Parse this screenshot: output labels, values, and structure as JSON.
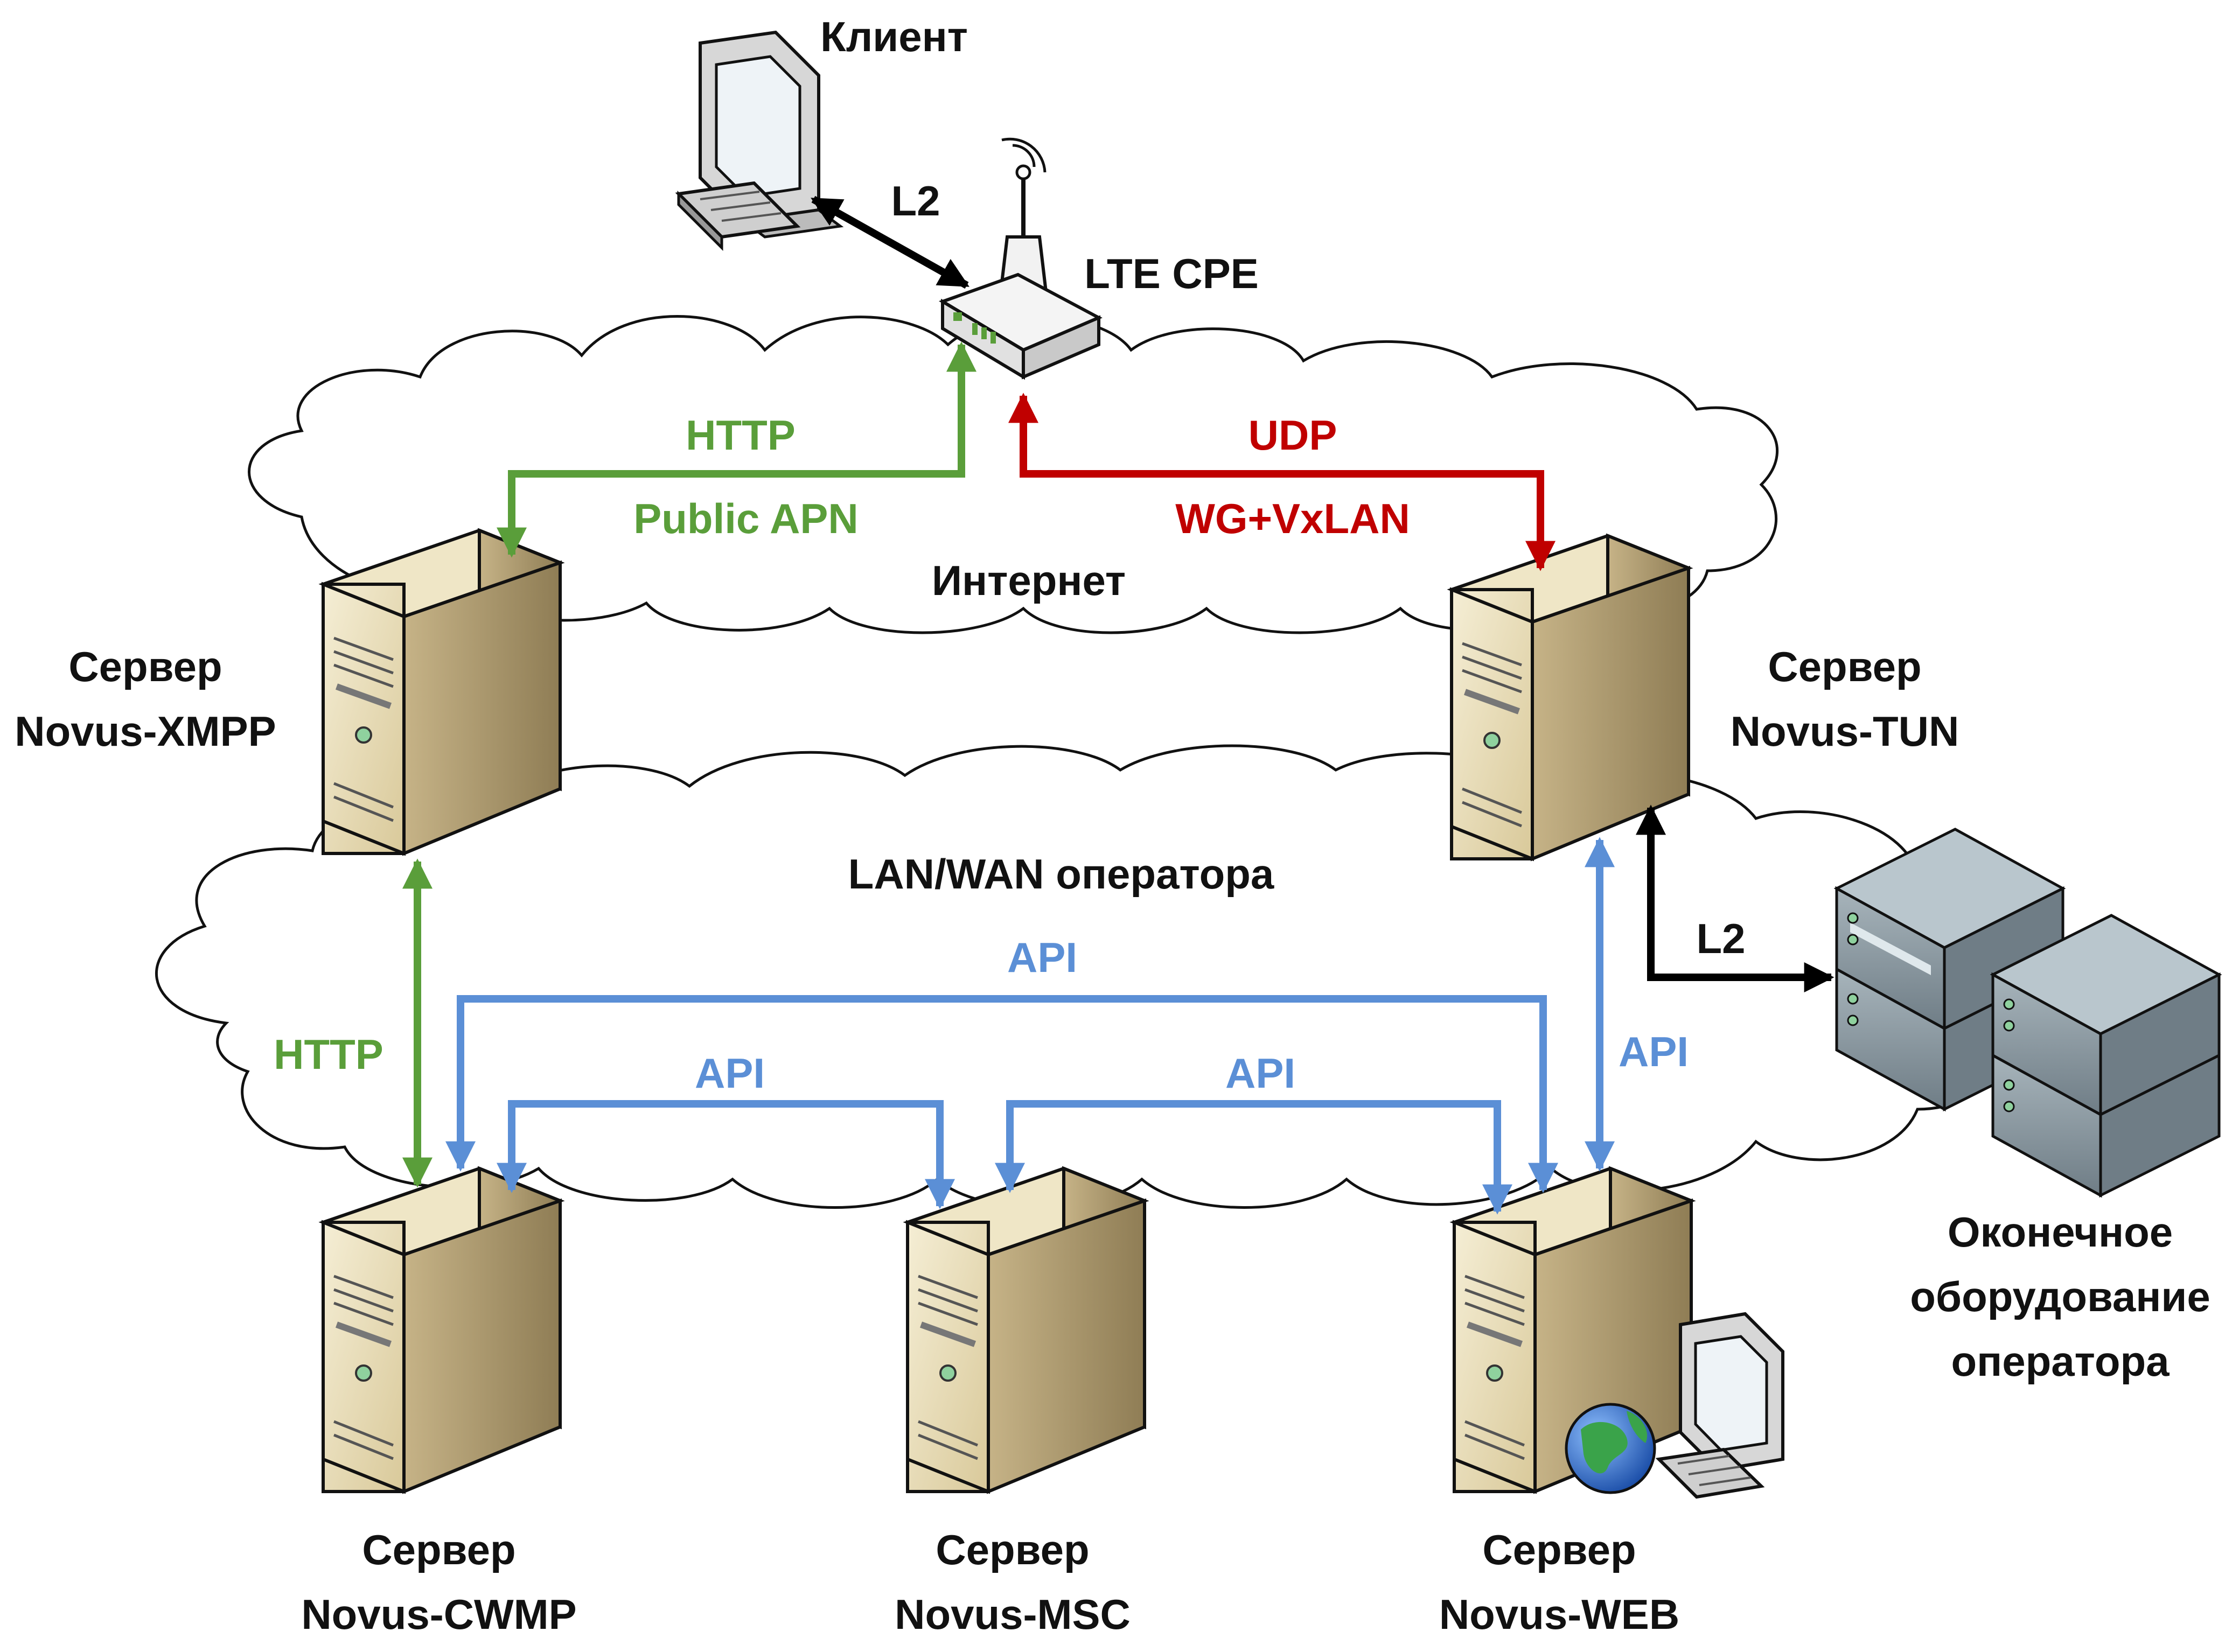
{
  "colors": {
    "green": "#5a9e3a",
    "red": "#c00000",
    "blue": "#5b8fd6",
    "black": "#000000",
    "server_front": "#e8dcb5",
    "server_side": "#b8a57a",
    "rack": "#7b8a93"
  },
  "labels": {
    "client": "Клиент",
    "lte_cpe": "LTE CPE",
    "internet": "Интернет",
    "lan_wan": "LAN/WAN оператора",
    "server_word": "Сервер",
    "xmpp": "Novus-XMPP",
    "tun": "Novus-TUN",
    "cwmp": "Novus-CWMP",
    "msc": "Novus-MSC",
    "web": "Novus-WEB",
    "oper_line1": "Оконечное",
    "oper_line2": "оборудование",
    "oper_line3": "оператора"
  },
  "links": {
    "l2_client": "L2",
    "http_top": "HTTP",
    "public_apn": "Public APN",
    "udp": "UDP",
    "wg_vxlan": "WG+VxLAN",
    "http_left": "HTTP",
    "api_top": "API",
    "api_left": "API",
    "api_right": "API",
    "api_vertical": "API",
    "l2_oper": "L2"
  },
  "icons": {
    "client": "desktop-computer-icon",
    "cpe": "lte-router-icon",
    "server": "tower-server-icon",
    "globe": "globe-icon",
    "rack": "rack-server-icon"
  }
}
